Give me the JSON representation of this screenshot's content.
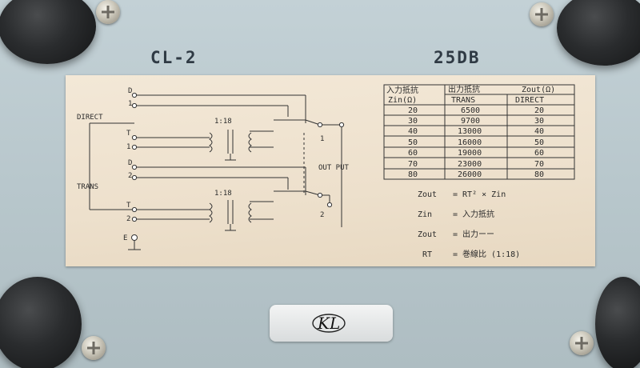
{
  "panel": {
    "model": "CL-2",
    "gain": "25DB"
  },
  "schematic": {
    "direct_label": "DIRECT",
    "trans_label": "TRANS",
    "output_label": "OUT PUT",
    "ratio_1": "1:18",
    "ratio_2": "1:18",
    "ch1_d": "D",
    "ch1_t": "T",
    "ch1_n1": "1",
    "ch1_n2": "1",
    "ch2_d": "D",
    "ch2_t": "T",
    "ch2_n1": "2",
    "ch2_n2": "2",
    "out_1": "1",
    "out_2": "2",
    "earth": "E"
  },
  "impedance_table": {
    "headers": {
      "zin_top": "入力抵抗",
      "zin_bottom": "Zin(Ω)",
      "out_top": "出力抵抗",
      "zout_top": "Zout(Ω)",
      "trans": "TRANS",
      "direct": "DIRECT"
    },
    "rows": [
      {
        "zin": "20",
        "trans": "6500",
        "direct": "20"
      },
      {
        "zin": "30",
        "trans": "9700",
        "direct": "30"
      },
      {
        "zin": "40",
        "trans": "13000",
        "direct": "40"
      },
      {
        "zin": "50",
        "trans": "16000",
        "direct": "50"
      },
      {
        "zin": "60",
        "trans": "19000",
        "direct": "60"
      },
      {
        "zin": "70",
        "trans": "23000",
        "direct": "70"
      },
      {
        "zin": "80",
        "trans": "26000",
        "direct": "80"
      }
    ]
  },
  "formulas": {
    "f1_left": "Zout",
    "f1_right": "= RT² × Zin",
    "f2_left": "Zin",
    "f2_right": "= 入力抵抗",
    "f3_left": "Zout",
    "f3_right": "= 出力ーー",
    "f4_left": "RT",
    "f4_right": "= 巻線比 (1:18)"
  },
  "logo": {
    "text": "KL"
  },
  "colors": {
    "chassis": "#b9c8cd",
    "plate": "#efe3d1",
    "ink": "#2b2b2b",
    "rubber_foot": "#1f2022",
    "screw": "#cfcabc"
  },
  "icons": [
    "rubber-foot",
    "phillips-screw",
    "transformer-symbol",
    "ground-symbol"
  ]
}
